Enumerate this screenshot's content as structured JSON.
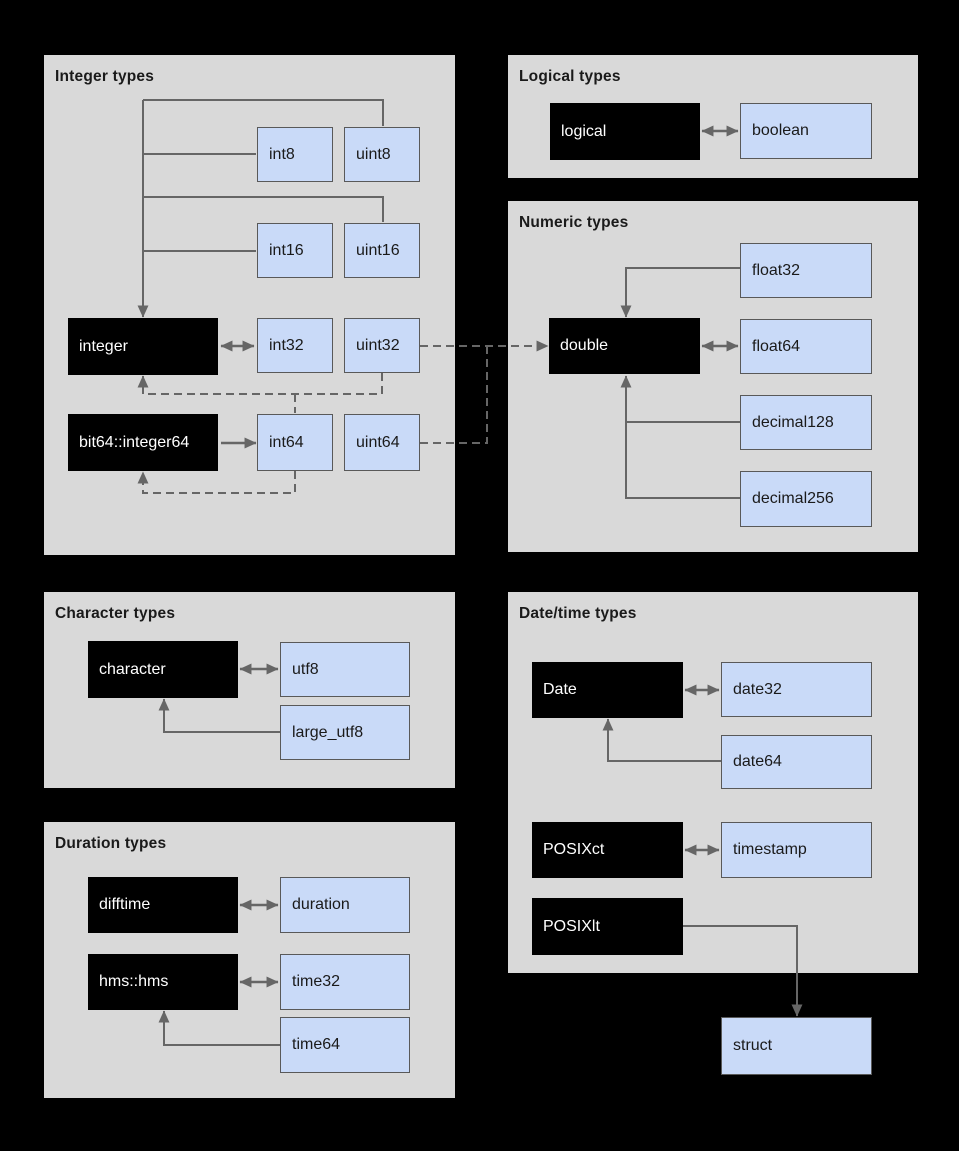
{
  "groups": {
    "integer": {
      "title": "Integer types"
    },
    "logical": {
      "title": "Logical types"
    },
    "numeric": {
      "title": "Numeric types"
    },
    "character": {
      "title": "Character types"
    },
    "duration": {
      "title": "Duration types"
    },
    "datetime": {
      "title": "Date/time types"
    }
  },
  "nodes": {
    "int8": {
      "label": "int8",
      "kind": "arrow"
    },
    "uint8": {
      "label": "uint8",
      "kind": "arrow"
    },
    "int16": {
      "label": "int16",
      "kind": "arrow"
    },
    "uint16": {
      "label": "uint16",
      "kind": "arrow"
    },
    "integer": {
      "label": "integer",
      "kind": "r"
    },
    "int32": {
      "label": "int32",
      "kind": "arrow"
    },
    "uint32": {
      "label": "uint32",
      "kind": "arrow"
    },
    "bit64_integer64": {
      "label": "bit64::integer64",
      "kind": "r"
    },
    "int64": {
      "label": "int64",
      "kind": "arrow"
    },
    "uint64": {
      "label": "uint64",
      "kind": "arrow"
    },
    "logical": {
      "label": "logical",
      "kind": "r"
    },
    "boolean": {
      "label": "boolean",
      "kind": "arrow"
    },
    "float32": {
      "label": "float32",
      "kind": "arrow"
    },
    "double": {
      "label": "double",
      "kind": "r"
    },
    "float64": {
      "label": "float64",
      "kind": "arrow"
    },
    "decimal128": {
      "label": "decimal128",
      "kind": "arrow"
    },
    "decimal256": {
      "label": "decimal256",
      "kind": "arrow"
    },
    "character": {
      "label": "character",
      "kind": "r"
    },
    "utf8": {
      "label": "utf8",
      "kind": "arrow"
    },
    "large_utf8": {
      "label": "large_utf8",
      "kind": "arrow"
    },
    "difftime": {
      "label": "difftime",
      "kind": "r"
    },
    "duration": {
      "label": "duration",
      "kind": "arrow"
    },
    "hms_hms": {
      "label": "hms::hms",
      "kind": "r"
    },
    "time32": {
      "label": "time32",
      "kind": "arrow"
    },
    "time64": {
      "label": "time64",
      "kind": "arrow"
    },
    "date": {
      "label": "Date",
      "kind": "r"
    },
    "date32": {
      "label": "date32",
      "kind": "arrow"
    },
    "date64": {
      "label": "date64",
      "kind": "arrow"
    },
    "posixct": {
      "label": "POSIXct",
      "kind": "r"
    },
    "timestamp": {
      "label": "timestamp",
      "kind": "arrow"
    },
    "posixlt": {
      "label": "POSIXlt",
      "kind": "r"
    },
    "struct": {
      "label": "struct",
      "kind": "arrow"
    }
  },
  "edges": [
    {
      "from": "int8",
      "to": "integer",
      "style": "solid",
      "direction": "one-way"
    },
    {
      "from": "uint8",
      "to": "integer",
      "style": "solid",
      "direction": "one-way"
    },
    {
      "from": "int16",
      "to": "integer",
      "style": "solid",
      "direction": "one-way"
    },
    {
      "from": "uint16",
      "to": "integer",
      "style": "solid",
      "direction": "one-way"
    },
    {
      "from": "integer",
      "to": "int32",
      "style": "solid",
      "direction": "two-way"
    },
    {
      "from": "bit64::integer64",
      "to": "int64",
      "style": "solid",
      "direction": "one-way"
    },
    {
      "from": "uint32",
      "to": "integer",
      "style": "dashed",
      "direction": "one-way"
    },
    {
      "from": "int64",
      "to": "integer",
      "style": "dashed",
      "direction": "one-way"
    },
    {
      "from": "int64",
      "to": "bit64::integer64",
      "style": "dashed",
      "direction": "one-way"
    },
    {
      "from": "uint32",
      "to": "double",
      "style": "dashed",
      "direction": "one-way"
    },
    {
      "from": "uint64",
      "to": "double",
      "style": "dashed",
      "direction": "one-way"
    },
    {
      "from": "logical",
      "to": "boolean",
      "style": "solid",
      "direction": "two-way"
    },
    {
      "from": "float32",
      "to": "double",
      "style": "solid",
      "direction": "one-way"
    },
    {
      "from": "double",
      "to": "float64",
      "style": "solid",
      "direction": "two-way"
    },
    {
      "from": "decimal128",
      "to": "double",
      "style": "solid",
      "direction": "one-way"
    },
    {
      "from": "decimal256",
      "to": "double",
      "style": "solid",
      "direction": "one-way"
    },
    {
      "from": "character",
      "to": "utf8",
      "style": "solid",
      "direction": "two-way"
    },
    {
      "from": "large_utf8",
      "to": "character",
      "style": "solid",
      "direction": "one-way"
    },
    {
      "from": "difftime",
      "to": "duration",
      "style": "solid",
      "direction": "two-way"
    },
    {
      "from": "hms::hms",
      "to": "time32",
      "style": "solid",
      "direction": "two-way"
    },
    {
      "from": "time64",
      "to": "hms::hms",
      "style": "solid",
      "direction": "one-way"
    },
    {
      "from": "Date",
      "to": "date32",
      "style": "solid",
      "direction": "two-way"
    },
    {
      "from": "date64",
      "to": "Date",
      "style": "solid",
      "direction": "one-way"
    },
    {
      "from": "POSIXct",
      "to": "timestamp",
      "style": "solid",
      "direction": "two-way"
    },
    {
      "from": "POSIXlt",
      "to": "struct",
      "style": "solid",
      "direction": "one-way"
    }
  ],
  "colors": {
    "background": "#000000",
    "group_fill": "#d9d9d9",
    "r_type_fill": "#000000",
    "r_type_text": "#ffffff",
    "arrow_type_fill": "#c9daf8",
    "arrow_type_border": "#595959",
    "connector": "#666666"
  }
}
